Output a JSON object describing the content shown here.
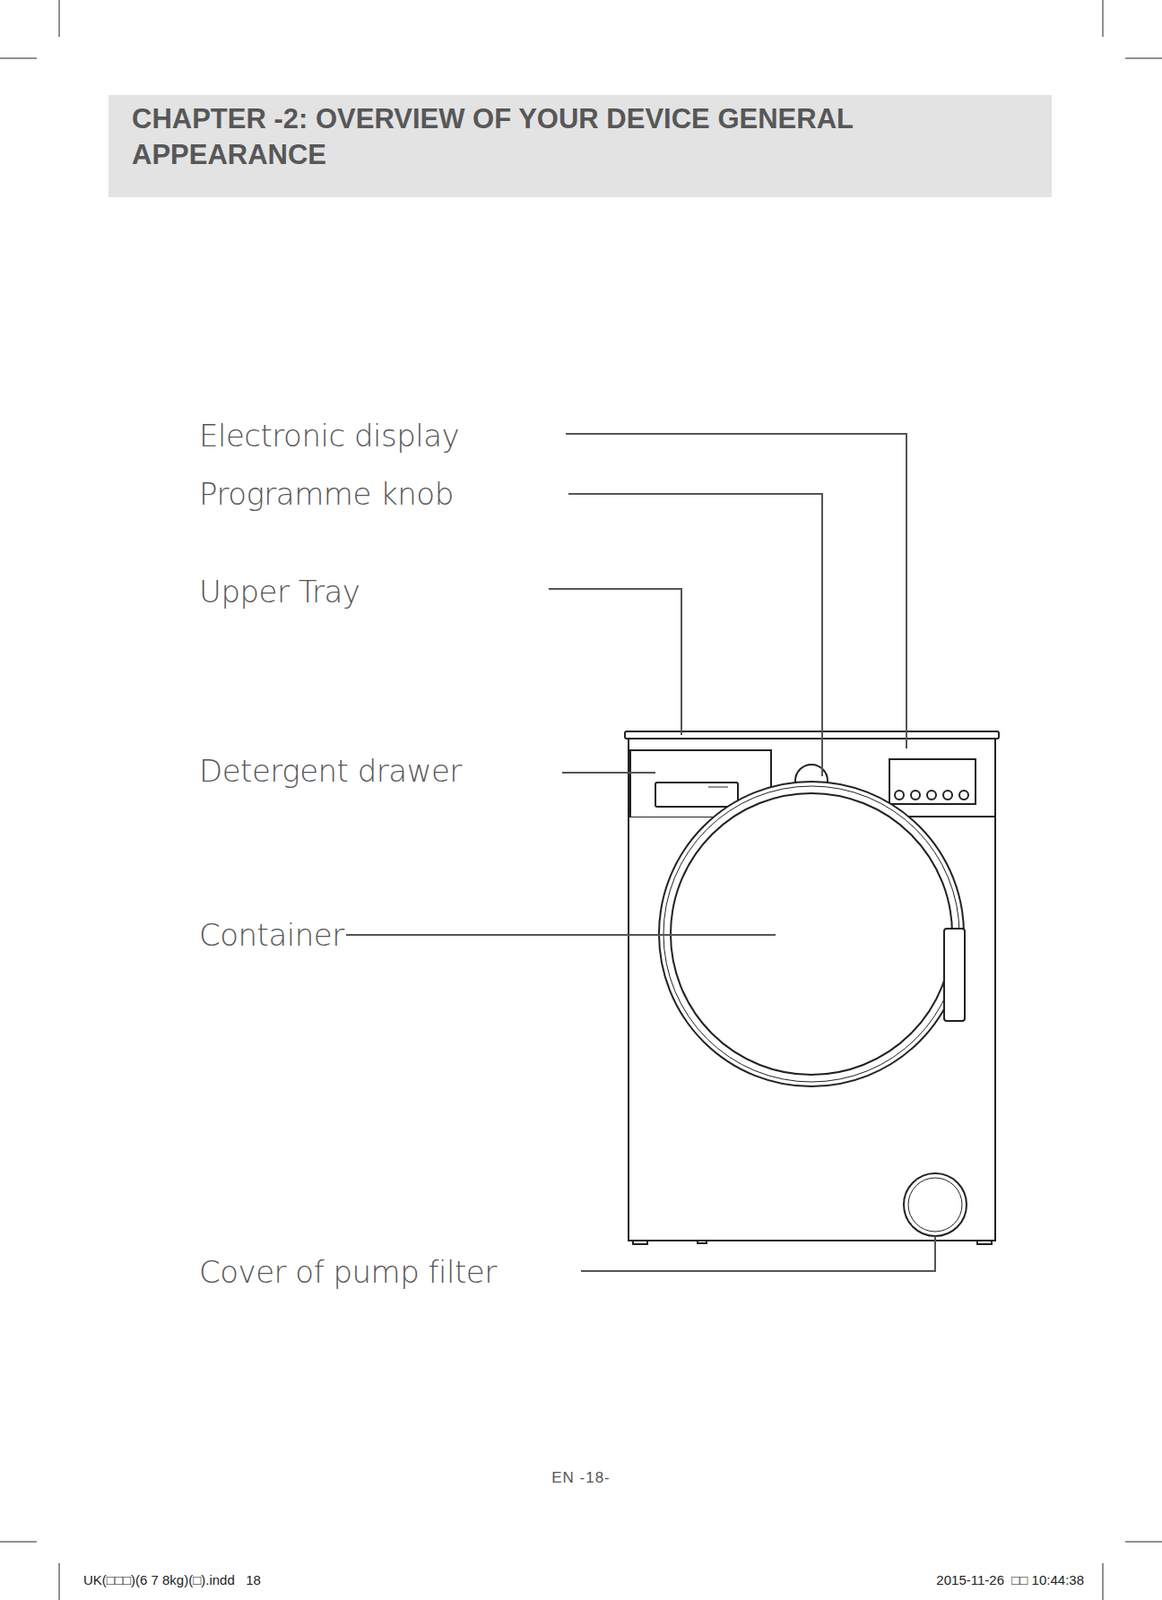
{
  "diagram": {
    "title": "CHAPTER -2:  OVERVIEW OF YOUR DEVICE GENERAL APPEARANCE",
    "labels": [
      "Electronic display",
      "Programme knob",
      "Upper Tray",
      "Detergent drawer",
      "Container",
      "Cover of pump filter",
      "EN -18-",
      "UK(□□□)(6 7 8kg)(□).indd   18",
      "2015-11-26  □□ 10:44:38"
    ]
  }
}
